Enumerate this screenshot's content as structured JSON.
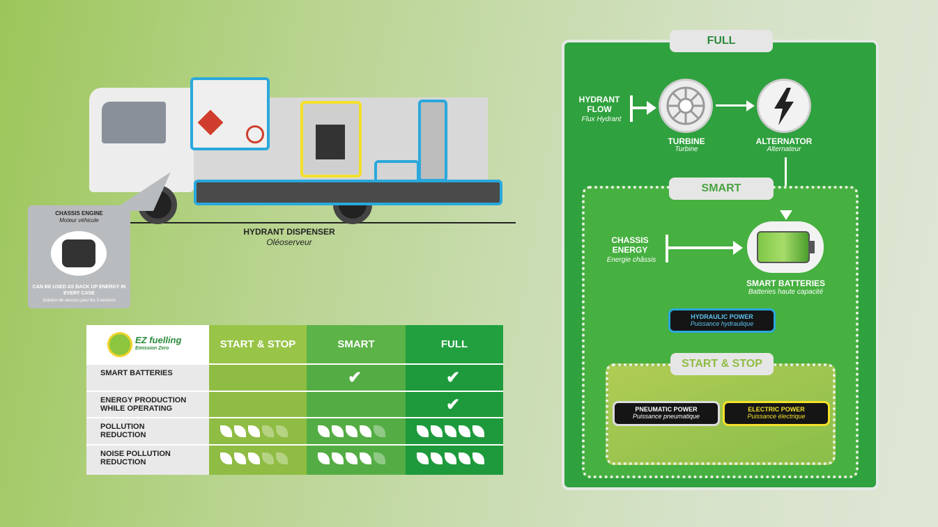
{
  "truck": {
    "dispenser_label": "HYDRANT DISPENSER",
    "dispenser_label_fr": "Oléoserveur"
  },
  "engine_card": {
    "title": "CHASSIS ENGINE",
    "title_fr": "Moteur véhicule",
    "note": "CAN BE USED AS BACK UP ENERGY IN EVERY CASE",
    "note_fr": "Solution de secours pour les 3 versions"
  },
  "table": {
    "logo_text": "EZ fuelling",
    "logo_sub": "Emission Zero",
    "columns": [
      "START & STOP",
      "SMART",
      "FULL"
    ],
    "column_colors": [
      "#8fbc43",
      "#54ad44",
      "#1e9a3c"
    ],
    "rows": [
      {
        "label": "SMART BATTERIES",
        "checks": [
          false,
          true,
          true
        ]
      },
      {
        "label": "ENERGY PRODUCTION WHILE OPERATING",
        "checks": [
          false,
          false,
          true
        ]
      },
      {
        "label": "POLLUTION REDUCTION",
        "leaves": [
          3,
          4,
          5
        ]
      },
      {
        "label": "NOISE POLLUTION REDUCTION",
        "leaves": [
          3,
          4,
          5
        ]
      }
    ]
  },
  "diagram": {
    "full_label": "FULL",
    "smart_label": "SMART",
    "ss_label": "START & STOP",
    "hydrant_flow": "HYDRANT FLOW",
    "hydrant_flow_fr": "Flux Hydrant",
    "turbine": "TURBINE",
    "turbine_fr": "Turbine",
    "alternator": "ALTERNATOR",
    "alternator_fr": "Alternateur",
    "chassis_energy": "CHASSIS ENERGY",
    "chassis_energy_fr": "Energie châssis",
    "smart_batteries": "SMART BATTERIES",
    "smart_batteries_fr": "Batteries haute capacité",
    "hydraulic": "HYDRAULIC POWER",
    "hydraulic_fr": "Puissance hydraulique",
    "pneumatic": "PNEUMATIC POWER",
    "pneumatic_fr": "Puissance pneumatique",
    "electric": "ELECTRIC POWER",
    "electric_fr": "Puissance électrique"
  }
}
